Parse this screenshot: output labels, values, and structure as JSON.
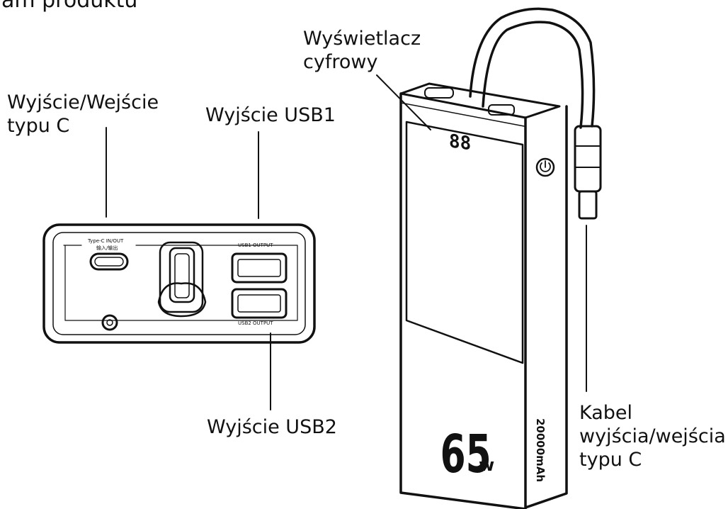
{
  "title_fragment": "am produktu",
  "labels": {
    "typec_io": {
      "line1": "Wyjście/Wejście",
      "line2": "typu C"
    },
    "usb1": "Wyjście USB1",
    "usb2": "Wyjście USB2",
    "display": {
      "line1": "Wyświetlacz",
      "line2": "cyfrowy"
    },
    "cable": {
      "line1": "Kabel",
      "line2": "wyjścia/wejścia",
      "line3": "typu C"
    }
  },
  "device_markings": {
    "power_rating": "65",
    "power_unit": "w",
    "capacity": "20000mAh",
    "display_readout": "88",
    "port_label_typec_line1": "Type-C IN/OUT",
    "port_label_typec_line2": "输入/输出",
    "port_label_usb1": "USB1 OUTPUT",
    "port_label_usb2": "USB2 OUTPUT"
  },
  "colors": {
    "line": "#111111",
    "background": "#ffffff"
  }
}
